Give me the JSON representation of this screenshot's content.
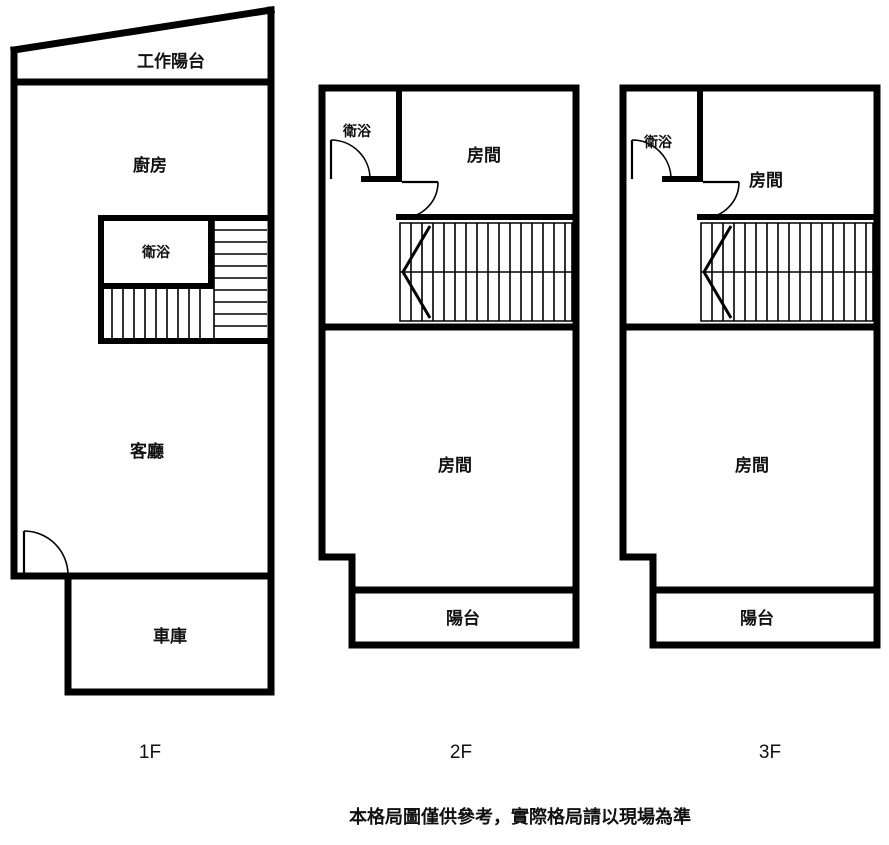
{
  "colors": {
    "wall": "#000000",
    "background": "#ffffff",
    "text": "#111111"
  },
  "floors": [
    {
      "label": "1F",
      "rooms": {
        "work_balcony": "工作陽台",
        "kitchen": "廚房",
        "bathroom": "衛浴",
        "living_room": "客廳",
        "garage": "車庫"
      }
    },
    {
      "label": "2F",
      "rooms": {
        "bathroom": "衛浴",
        "bedroom_top": "房間",
        "bedroom_main": "房間",
        "balcony": "陽台"
      }
    },
    {
      "label": "3F",
      "rooms": {
        "bathroom": "衛浴",
        "bedroom_top": "房間",
        "bedroom_main": "房間",
        "balcony": "陽台"
      }
    }
  ],
  "footer": {
    "disclaimer": "本格局圖僅供參考，實際格局請以現場為準"
  }
}
